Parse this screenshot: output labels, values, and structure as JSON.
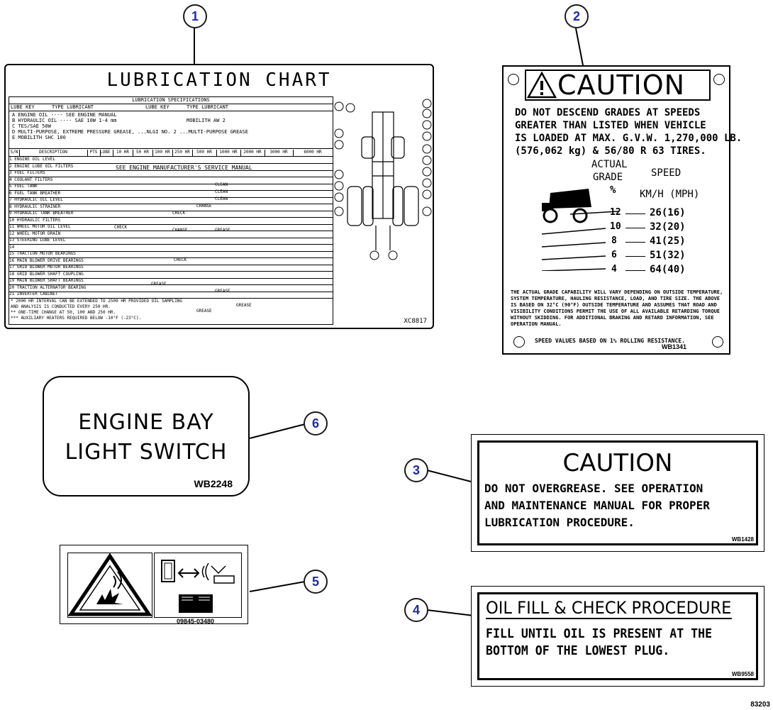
{
  "callouts": [
    "1",
    "2",
    "3",
    "4",
    "5",
    "6"
  ],
  "lubrication_chart": {
    "title": "LUBRICATION CHART",
    "subtitle": "LUBRICATION SPECIFICATIONS",
    "key_header_1": "LUBE KEY",
    "key_header_2": "TYPE LUBRICANT",
    "key_header_3": "LUBE KEY",
    "key_header_4": "TYPE LUBRICANT",
    "key_rows": [
      "A   ENGINE OIL ---- SEE ENGINE MANUAL",
      "B   HYDRAULIC OIL ---- SAE 10W  1-4 mm",
      "C   TES/SAE 50W",
      "D   MULTI-PURPOSE, EXTREME PRESSURE GREASE, ...NLGI NO. 2 ...MULTI-PURPOSE GREASE",
      "E   MOBILITH SHC 100"
    ],
    "key_right": "MOBILITH AW 2",
    "table_headers": [
      "S/N",
      "DESCRIPTION",
      "PTS",
      "LUBE KEY",
      "10 HR",
      "50 HR",
      "100 HR",
      "250 HR",
      "500 HR",
      "1000 HR",
      "2000 HR",
      "3000 HR",
      "6000 HR"
    ],
    "service_note": "SEE ENGINE MANUFACTURER'S SERVICE MANUAL",
    "rows": [
      "1  ENGINE OIL LEVEL",
      "2  ENGINE LUBE OIL FILTERS",
      "3  FUEL FILTERS",
      "4  COOLANT FILTERS",
      "5  FUEL TANK",
      "6  FUEL TANK BREATHER",
      "7  HYDRAULIC OIL LEVEL",
      "8  HYDRAULIC STRAINER",
      "9  HYDRAULIC TANK BREATHER",
      "10 HYDRAULIC FILTERS",
      "11 WHEEL MOTOR OIL LEVEL",
      "12 WHEEL MOTOR DRAIN",
      "13 STEERING LUBE LEVEL",
      "14",
      "15 TRACTION MOTOR BEARINGS",
      "16 MAIN BLOWER DRIVE BEARINGS",
      "17 GRID BLOWER MOTOR BEARINGS",
      "18 GRID BLOWER SHAFT COUPLING",
      "19 MAIN BLOWER SHAFT BEARINGS",
      "20 TRACTION ALTERNATOR BEARING",
      "21 INVERTER CABINET"
    ],
    "cell_marks": [
      "CHECK",
      "CLEAN",
      "CHANGE",
      "CHECK",
      "GREASE",
      "CHANGE",
      "CHECK",
      "CLEAN",
      "CLEAN",
      "GREASE",
      "GREASE",
      "GREASE",
      "GREASE"
    ],
    "footnotes": [
      "* 2000 HR INTERVAL CAN BE EXTENDED TO 2500 HR PROVIDED OIL SAMPLING",
      "  AND ANALYSIS IS CONDUCTED EVERY 250 HR.",
      "** ONE-TIME CHANGE AT 50, 100 AND 250 HR.",
      "*** AUXILIARY HEATERS REQUIRED BELOW -10°F (-23°C)."
    ],
    "code": "XC8817"
  },
  "caution_grades": {
    "header": "CAUTION",
    "lines": [
      "DO NOT DESCEND GRADES AT SPEEDS",
      "GREATER THAN LISTED WHEN VEHICLE",
      "IS LOADED AT MAX. G.V.W. 1,270,000 LB.",
      "(576,062 kg) & 56/80 R 63 TIRES."
    ],
    "col_grade_1": "ACTUAL",
    "col_grade_2": "GRADE",
    "col_grade_unit": "%",
    "col_speed": "SPEED",
    "col_speed_unit": "KM/H (MPH)",
    "grades": [
      {
        "grade": "12",
        "speed": "26(16)"
      },
      {
        "grade": "10",
        "speed": "32(20)"
      },
      {
        "grade": "8",
        "speed": "41(25)"
      },
      {
        "grade": "6",
        "speed": "51(32)"
      },
      {
        "grade": "4",
        "speed": "64(40)"
      }
    ],
    "fine_print": "THE ACTUAL GRADE CAPABILITY WILL VARY DEPENDING ON OUTSIDE TEMPERATURE, SYSTEM TEMPERATURE, HAULING RESISTANCE, LOAD, AND TIRE SIZE. THE ABOVE IS BASED ON 32°C (90°F) OUTSIDE TEMPERATURE AND ASSUMES THAT ROAD AND VISIBILITY CONDITIONS PERMIT THE USE OF ALL AVAILABLE RETARDING TORQUE WITHOUT SKIDDING. FOR ADDITIONAL BRAKING AND RETARD INFORMATION, SEE OPERATION MANUAL.",
    "footer": "SPEED VALUES BASED ON 1% ROLLING RESISTANCE.",
    "code": "WB1341"
  },
  "engine_bay": {
    "line1": "ENGINE BAY",
    "line2": "LIGHT SWITCH",
    "code": "WB2248"
  },
  "caution_grease": {
    "header": "CAUTION",
    "lines": [
      "DO NOT OVERGREASE.  SEE OPERATION",
      "AND MAINTENANCE MANUAL FOR PROPER",
      "LUBRICATION PROCEDURE."
    ],
    "code": "WB1428"
  },
  "oil_fill": {
    "header": "OIL FILL & CHECK PROCEDURE",
    "lines": [
      "FILL UNTIL OIL IS PRESENT AT THE",
      "BOTTOM OF THE LOWEST PLUG."
    ],
    "code": "WB9558"
  },
  "pictogram": {
    "code": "09845-03480"
  },
  "figure_code": "83203",
  "colors": {
    "callout_text": "#1e2aa8",
    "line": "#000000"
  }
}
